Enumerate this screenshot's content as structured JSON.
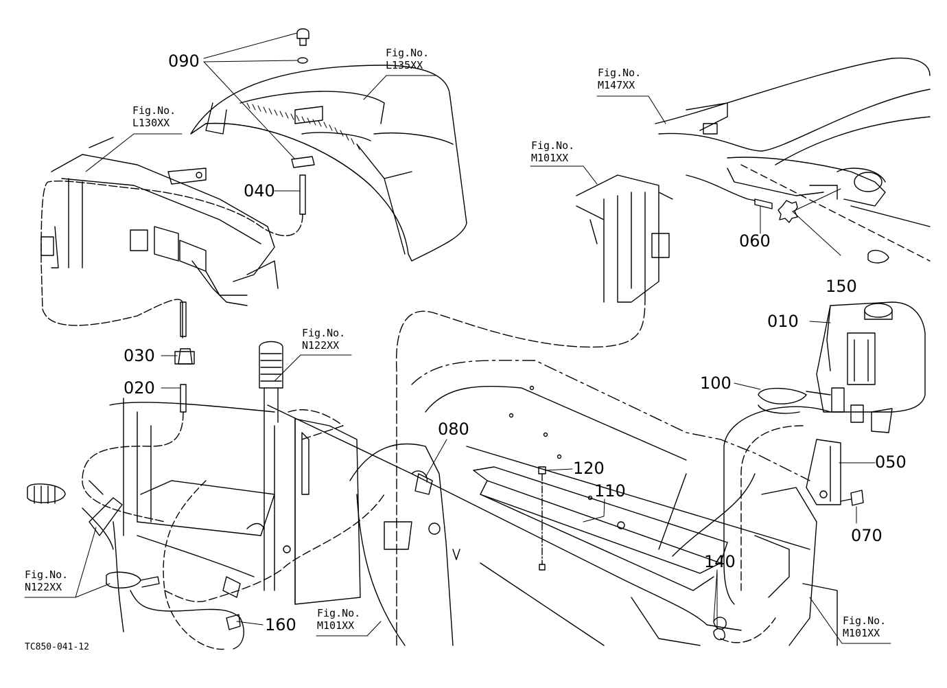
{
  "parts": [
    {
      "id": "p090",
      "text": "090"
    },
    {
      "id": "p040",
      "text": "040"
    },
    {
      "id": "p030",
      "text": "030"
    },
    {
      "id": "p020",
      "text": "020"
    },
    {
      "id": "p060",
      "text": "060"
    },
    {
      "id": "p150",
      "text": "150"
    },
    {
      "id": "p010",
      "text": "010"
    },
    {
      "id": "p100",
      "text": "100"
    },
    {
      "id": "p050",
      "text": "050"
    },
    {
      "id": "p070",
      "text": "070"
    },
    {
      "id": "p080",
      "text": "080"
    },
    {
      "id": "p120",
      "text": "120"
    },
    {
      "id": "p110",
      "text": "110"
    },
    {
      "id": "p140",
      "text": "140"
    },
    {
      "id": "p160",
      "text": "160"
    }
  ],
  "figures": [
    {
      "id": "f1",
      "line1": "Fig.No.",
      "line2": "L135XX"
    },
    {
      "id": "f2",
      "line1": "Fig.No.",
      "line2": "L130XX"
    },
    {
      "id": "f3",
      "line1": "Fig.No.",
      "line2": "M147XX"
    },
    {
      "id": "f4",
      "line1": "Fig.No.",
      "line2": "M101XX"
    },
    {
      "id": "f5",
      "line1": "Fig.No.",
      "line2": "N122XX"
    },
    {
      "id": "f6",
      "line1": "Fig.No.",
      "line2": "N122XX"
    },
    {
      "id": "f7",
      "line1": "Fig.No.",
      "line2": "M101XX"
    },
    {
      "id": "f8",
      "line1": "Fig.No.",
      "line2": "M101XX"
    }
  ],
  "drawing_code": "TC850-041-12"
}
